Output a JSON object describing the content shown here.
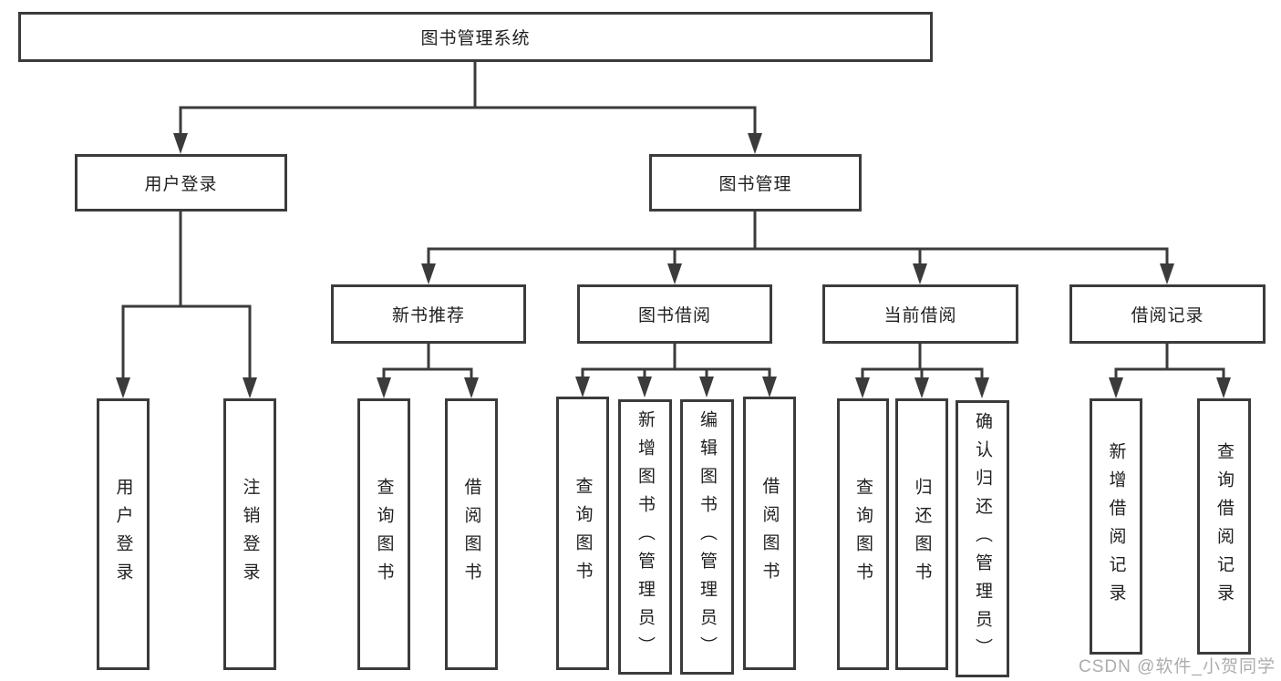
{
  "nodes": {
    "root": "图书管理系统",
    "level2": {
      "user_login": "用户登录",
      "book_management": "图书管理"
    },
    "level3": {
      "new_book_recommend": "新书推荐",
      "book_borrowing": "图书借阅",
      "current_borrowing": "当前借阅",
      "borrowing_records": "借阅记录"
    },
    "leaves": {
      "user_login_group": [
        "用户登录",
        "注销登录"
      ],
      "new_book_group": [
        "查询图书",
        "借阅图书"
      ],
      "borrowing_group": [
        "查询图书",
        "新增图书（管理员）",
        "编辑图书（管理员）",
        "借阅图书"
      ],
      "current_group": [
        "查询图书",
        "归还图书",
        "确认归还（管理员）"
      ],
      "records_group": [
        "新增借阅记录",
        "查询借阅记录"
      ]
    }
  },
  "watermark": "CSDN @软件_小贺同学",
  "colors": {
    "line": "#3b3b3b",
    "box_border": "#3b3b3b",
    "box_bg": "#ffffff",
    "text": "#1f1f1f",
    "watermark": "#9e9e9e",
    "background": "#ffffff"
  }
}
